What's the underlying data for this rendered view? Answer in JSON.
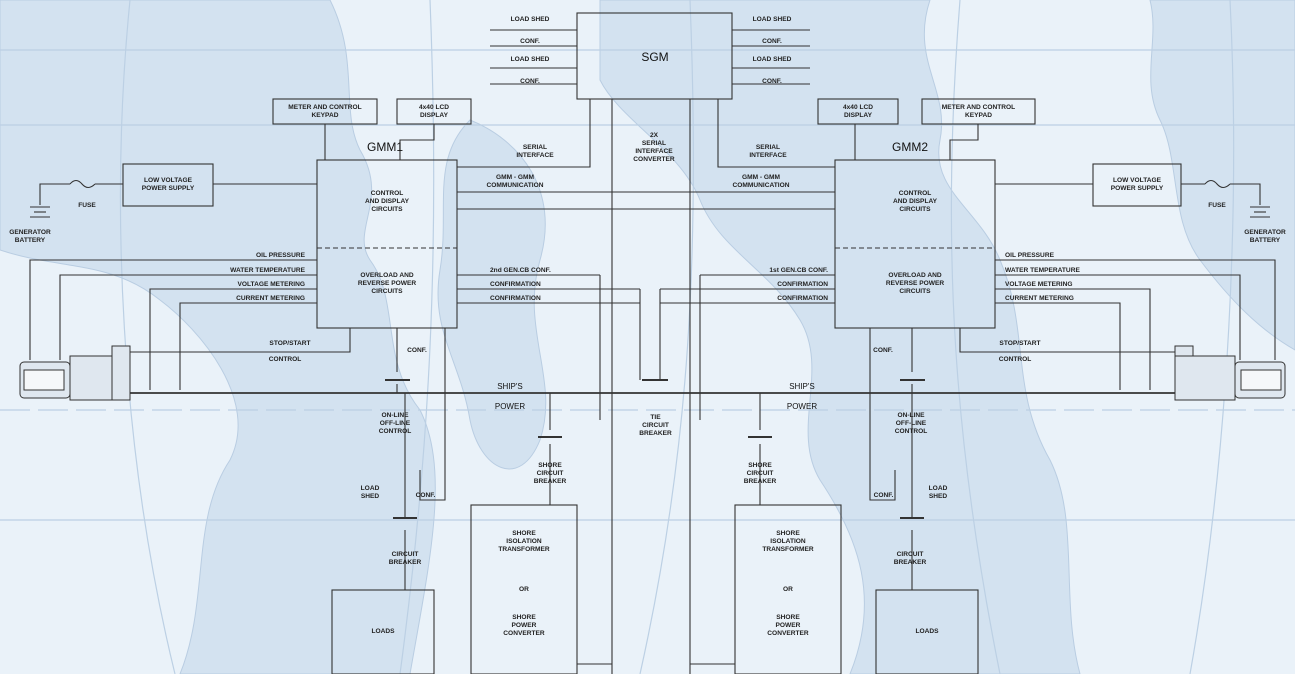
{
  "sgm": {
    "title": "SGM"
  },
  "sgm_left": {
    "load_shed_1": "LOAD SHED",
    "conf_1": "CONF.",
    "load_shed_2": "LOAD SHED",
    "conf_2": "CONF."
  },
  "sgm_right": {
    "load_shed_1": "LOAD SHED",
    "conf_1": "CONF.",
    "load_shed_2": "LOAD SHED",
    "conf_2": "CONF."
  },
  "center": {
    "serial_interface_left": "SERIAL\nINTERFACE",
    "serial_interface_right": "SERIAL\nINTERFACE",
    "converter": "2X\nSERIAL\nINTERFACE\nCONVERTER",
    "gmm_comm_left": "GMM - GMM\nCOMMUNICATION",
    "gmm_comm_right": "GMM - GMM\nCOMMUNICATION",
    "tie_breaker": "TIE\nCIRCUIT\nBREAKER"
  },
  "gmm1": {
    "title": "GMM1",
    "meter_keypad": "METER AND CONTROL\nKEYPAD",
    "lcd": "4x40 LCD\nDISPLAY",
    "control_circuits": "CONTROL\nAND DISPLAY\nCIRCUITS",
    "overload_circuits": "OVERLOAD AND\nREVERSE POWER\nCIRCUITS",
    "gen_cb_conf": "2nd GEN.CB CONF.",
    "confirmation_1": "CONFIRMATION",
    "confirmation_2": "CONFIRMATION",
    "oil_pressure": "OIL PRESSURE",
    "water_temp": "WATER TEMPERATURE",
    "voltage_metering": "VOLTAGE METERING",
    "current_metering": "CURRENT METERING",
    "stop_start": "STOP/START",
    "control": "CONTROL",
    "conf": "CONF.",
    "low_voltage_ps": "LOW VOLTAGE\nPOWER SUPPLY",
    "fuse": "FUSE",
    "battery": "GENERATOR\nBATTERY",
    "online_control": "ON-LINE\nOFF-LINE\nCONTROL",
    "load_shed": "LOAD\nSHED",
    "conf_lower": "CONF.",
    "circuit_breaker": "CIRCUIT\nBREAKER",
    "loads": "LOADS",
    "ships_power": "SHIP'S\nPOWER",
    "shore_breaker": "SHORE\nCIRCUIT\nBREAKER",
    "shore_transformer": "SHORE\nISOLATION\nTRANSFORMER",
    "or": "OR",
    "shore_converter": "SHORE\nPOWER\nCONVERTER"
  },
  "gmm2": {
    "title": "GMM2",
    "meter_keypad": "METER AND CONTROL\nKEYPAD",
    "lcd": "4x40 LCD\nDISPLAY",
    "control_circuits": "CONTROL\nAND DISPLAY\nCIRCUITS",
    "overload_circuits": "OVERLOAD AND\nREVERSE POWER\nCIRCUITS",
    "gen_cb_conf": "1st GEN.CB CONF.",
    "confirmation_1": "CONFIRMATION",
    "confirmation_2": "CONFIRMATION",
    "oil_pressure": "OIL PRESSURE",
    "water_temp": "WATER TEMPERATURE",
    "voltage_metering": "VOLTAGE METERING",
    "current_metering": "CURRENT METERING",
    "stop_start": "STOP/START",
    "control": "CONTROL",
    "conf": "CONF.",
    "low_voltage_ps": "LOW VOLTAGE\nPOWER SUPPLY",
    "fuse": "FUSE",
    "battery": "GENERATOR\nBATTERY",
    "online_control": "ON-LINE\nOFF-LINE\nCONTROL",
    "load_shed": "LOAD\nSHED",
    "conf_lower": "CONF.",
    "circuit_breaker": "CIRCUIT\nBREAKER",
    "loads": "LOADS",
    "ships_power": "SHIP'S\nPOWER",
    "shore_breaker": "SHORE\nCIRCUIT\nBREAKER",
    "shore_transformer": "SHORE\nISOLATION\nTRANSFORMER",
    "or": "OR",
    "shore_converter": "SHORE\nPOWER\nCONVERTER"
  },
  "colors": {
    "background": "#eaf2f9",
    "map": "#c6d8ea",
    "grid": "#b7cbe0",
    "line": "#333333"
  }
}
